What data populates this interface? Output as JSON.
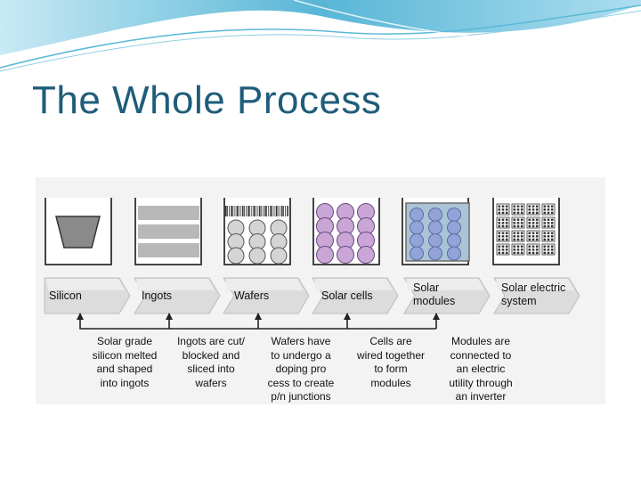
{
  "slide": {
    "title": "The Whole Process",
    "accent_color": "#1f5d7a",
    "wave_color": "#3aa9cf"
  },
  "stages": [
    {
      "label": "Silicon",
      "icon": "trapezoid-crucible-icon",
      "description": [
        "Solar grade",
        "silicon melted",
        "and shaped",
        "into ingots"
      ]
    },
    {
      "label": "Ingots",
      "icon": "ingot-slabs-icon",
      "description": [
        "Ingots are cut/",
        "blocked and",
        "sliced into",
        "wafers"
      ]
    },
    {
      "label": "Wafers",
      "icon": "wafer-grid-icon",
      "description": [
        "Wafers have",
        "to undergo a",
        "doping pro",
        "cess to create",
        "p/n junctions"
      ]
    },
    {
      "label": "Solar cells",
      "icon": "purple-cell-grid-icon",
      "description": [
        "Cells are",
        "wired together",
        "to form",
        "modules"
      ]
    },
    {
      "label": [
        "Solar",
        "modules"
      ],
      "icon": "blue-module-panel-icon",
      "description": [
        "Modules are",
        "connected to",
        "an electric",
        "utility through",
        "an inverter"
      ]
    },
    {
      "label": [
        "Solar electric",
        "system"
      ],
      "icon": "module-array-icon",
      "description": []
    }
  ]
}
